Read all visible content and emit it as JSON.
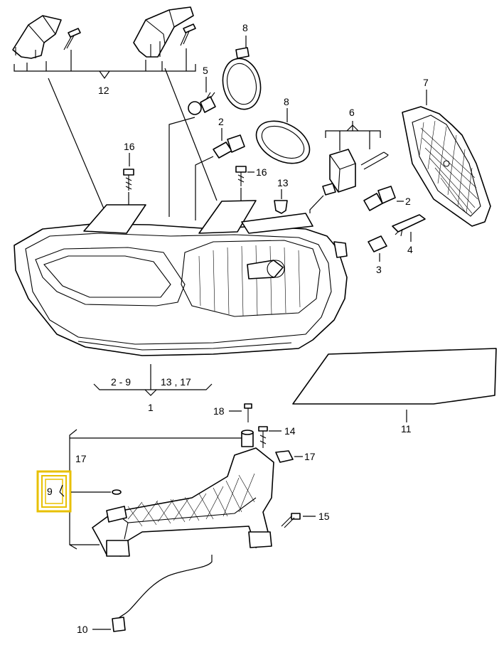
{
  "diagram": {
    "labels": {
      "p1": "1",
      "p2a": "2",
      "p2b": "2",
      "p3": "3",
      "p4": "4",
      "p5": "5",
      "p6": "6",
      "p7": "7",
      "p8a": "8",
      "p8b": "8",
      "p10": "10",
      "p11": "11",
      "p12": "12",
      "p13": "13",
      "p14": "14",
      "p15": "15",
      "p16a": "16",
      "p16b": "16",
      "p17a": "17",
      "p17b": "17",
      "p18": "18",
      "group_left": "2 - 9",
      "group_right": "13 , 17"
    },
    "highlight": {
      "label": "9",
      "color": "#e8c000"
    }
  }
}
